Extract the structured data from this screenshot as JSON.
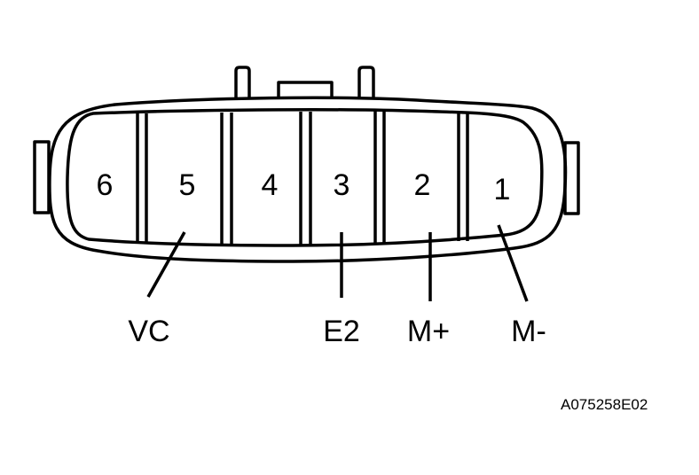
{
  "diagram": {
    "type": "connector-pinout",
    "pins": [
      {
        "number": "6",
        "signal": ""
      },
      {
        "number": "5",
        "signal": "VC"
      },
      {
        "number": "4",
        "signal": ""
      },
      {
        "number": "3",
        "signal": "E2"
      },
      {
        "number": "2",
        "signal": "M+"
      },
      {
        "number": "1",
        "signal": "M-"
      }
    ],
    "figure_id": "A075258E02",
    "colors": {
      "line": "#000000",
      "background": "#ffffff"
    }
  }
}
